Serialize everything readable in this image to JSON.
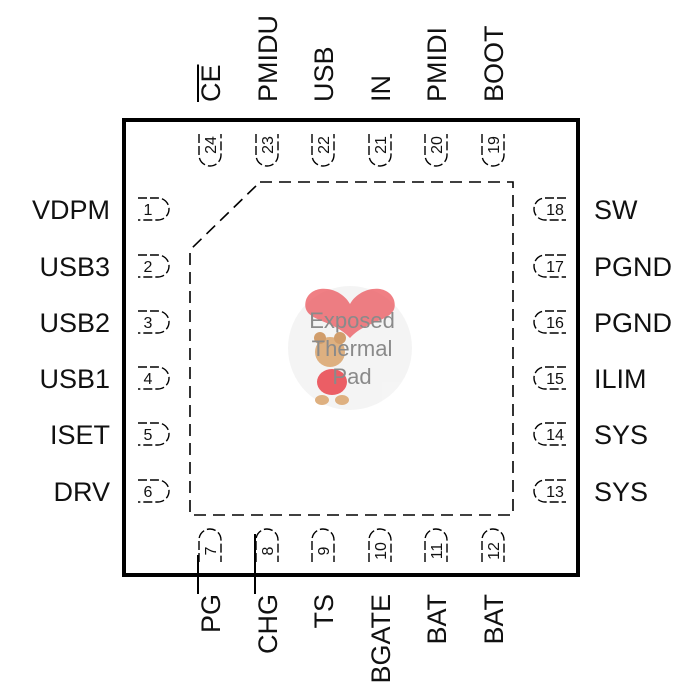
{
  "pins": [
    {
      "num": "1",
      "name": "VDPM",
      "overbar": false,
      "side": "left"
    },
    {
      "num": "2",
      "name": "USB3",
      "overbar": false,
      "side": "left"
    },
    {
      "num": "3",
      "name": "USB2",
      "overbar": false,
      "side": "left"
    },
    {
      "num": "4",
      "name": "USB1",
      "overbar": false,
      "side": "left"
    },
    {
      "num": "5",
      "name": "ISET",
      "overbar": false,
      "side": "left"
    },
    {
      "num": "6",
      "name": "DRV",
      "overbar": false,
      "side": "left"
    },
    {
      "num": "7",
      "name": "PG",
      "overbar": true,
      "side": "bottom"
    },
    {
      "num": "8",
      "name": "CHG",
      "overbar": true,
      "side": "bottom"
    },
    {
      "num": "9",
      "name": "TS",
      "overbar": false,
      "side": "bottom"
    },
    {
      "num": "10",
      "name": "BGATE",
      "overbar": false,
      "side": "bottom"
    },
    {
      "num": "11",
      "name": "BAT",
      "overbar": false,
      "side": "bottom"
    },
    {
      "num": "12",
      "name": "BAT",
      "overbar": false,
      "side": "bottom"
    },
    {
      "num": "13",
      "name": "SYS",
      "overbar": false,
      "side": "right"
    },
    {
      "num": "14",
      "name": "SYS",
      "overbar": false,
      "side": "right"
    },
    {
      "num": "15",
      "name": "ILIM",
      "overbar": false,
      "side": "right"
    },
    {
      "num": "16",
      "name": "PGND",
      "overbar": false,
      "side": "right"
    },
    {
      "num": "17",
      "name": "PGND",
      "overbar": false,
      "side": "right"
    },
    {
      "num": "18",
      "name": "SW",
      "overbar": false,
      "side": "right"
    },
    {
      "num": "19",
      "name": "BOOT",
      "overbar": false,
      "side": "top"
    },
    {
      "num": "20",
      "name": "PMIDI",
      "overbar": false,
      "side": "top"
    },
    {
      "num": "21",
      "name": "IN",
      "overbar": false,
      "side": "top"
    },
    {
      "num": "22",
      "name": "USB",
      "overbar": false,
      "side": "top"
    },
    {
      "num": "23",
      "name": "PMIDU",
      "overbar": false,
      "side": "top"
    },
    {
      "num": "24",
      "name": "CE",
      "overbar": true,
      "side": "top"
    }
  ],
  "thermal_pad": {
    "line1": "Exposed",
    "line2": "Thermal",
    "line3": "Pad"
  },
  "colors": {
    "outline": "#000000",
    "text": "#111111",
    "watermark_heart": "#e8434b",
    "watermark_bear": "#d9a36a"
  }
}
